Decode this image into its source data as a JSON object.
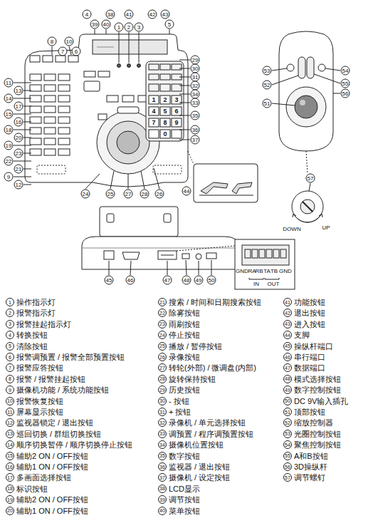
{
  "diagram": {
    "labels": [
      "4",
      "38",
      "41",
      "42",
      "43",
      "39",
      "40",
      "1",
      "2",
      "3",
      "5",
      "8",
      "10",
      "7",
      "6",
      "29",
      "53",
      "54",
      "30",
      "31",
      "11",
      "52",
      "55",
      "32",
      "13",
      "56",
      "34",
      "14",
      "51",
      "33",
      "17",
      "15",
      "35",
      "16",
      "18",
      "36",
      "20",
      "37",
      "19",
      "23",
      "22",
      "21",
      "9",
      "57",
      "12",
      "44",
      "24",
      "25",
      "27",
      "28",
      "26",
      "45",
      "46",
      "47",
      "48",
      "49",
      "50",
      "DOWN",
      "UP",
      "1",
      "2",
      "3",
      "4",
      "5",
      "6",
      "7",
      "8",
      "9",
      "0",
      "GND",
      "RA",
      "RB",
      "TA",
      "TB",
      "GND",
      "IN",
      "OUT",
      "1",
      "操作指示灯",
      "2",
      "报警指示灯",
      "3",
      "报警挂起指示灯",
      "4",
      "转换按钮",
      "5",
      "清除按钮",
      "6",
      "报警调预置 / 报警全部预置按钮",
      "7",
      "报警应答按钮",
      "8",
      "报警 / 报警挂起按钮",
      "9",
      "摄像机功能 / 系统功能按钮",
      "10",
      "报警恢复按钮",
      "11",
      "屏幕显示按钮",
      "12",
      "监视器锁定 / 退出按钮",
      "13",
      "巡回切换 / 群组切换按钮",
      "14",
      "顺序切换暂停 / 顺序切换停止按钮",
      "15",
      "辅助2 ON / OFF按钮",
      "16",
      "辅助1 ON / OFF按钮",
      "17",
      "多画面选择按钮",
      "18",
      "标识按钮",
      "19",
      "辅助2 ON / OFF按钮",
      "20",
      "辅助1 ON / OFF按钮",
      "21",
      "搜索 / 时间和日期搜索按钮",
      "22",
      "除雾按钮",
      "23",
      "雨刷按钮",
      "24",
      "停止按钮",
      "25",
      "播放 / 暂停按钮",
      "26",
      "录像按钮",
      "27",
      "转轮(外部) / 微调盘(内部)",
      "28",
      "旋转保持按钮",
      "29",
      "历史按钮",
      "30",
      "- 按钮",
      "31",
      "+ 按钮",
      "32",
      "录像机 / 单元选择按钮",
      "33",
      "调预置 / 程序调预置按钮",
      "34",
      "摄像机位置按钮",
      "35",
      "数字按钮",
      "36",
      "监视器 / 退出按钮",
      "37",
      "摄像机 / 设定按钮",
      "38",
      "LCD显示",
      "39",
      "调节按钮",
      "40",
      "菜单按钮",
      "41",
      "功能按钮",
      "42",
      "退出按钮",
      "43",
      "进入按钮",
      "44",
      "支脚",
      "45",
      "操纵杆端口",
      "46",
      "串行端口",
      "47",
      "数据端口",
      "48",
      "模式选择按钮",
      "49",
      "数字控制按钮",
      "50",
      "DC 9V输入插孔",
      "51",
      "顶部按钮",
      "52",
      "缩放控制器",
      "53",
      "光圈控制按钮",
      "54",
      "聚焦控制按钮",
      "55",
      "A和B按钮",
      "56",
      "3D操纵杆",
      "57",
      "调节螺钉"
    ]
  }
}
